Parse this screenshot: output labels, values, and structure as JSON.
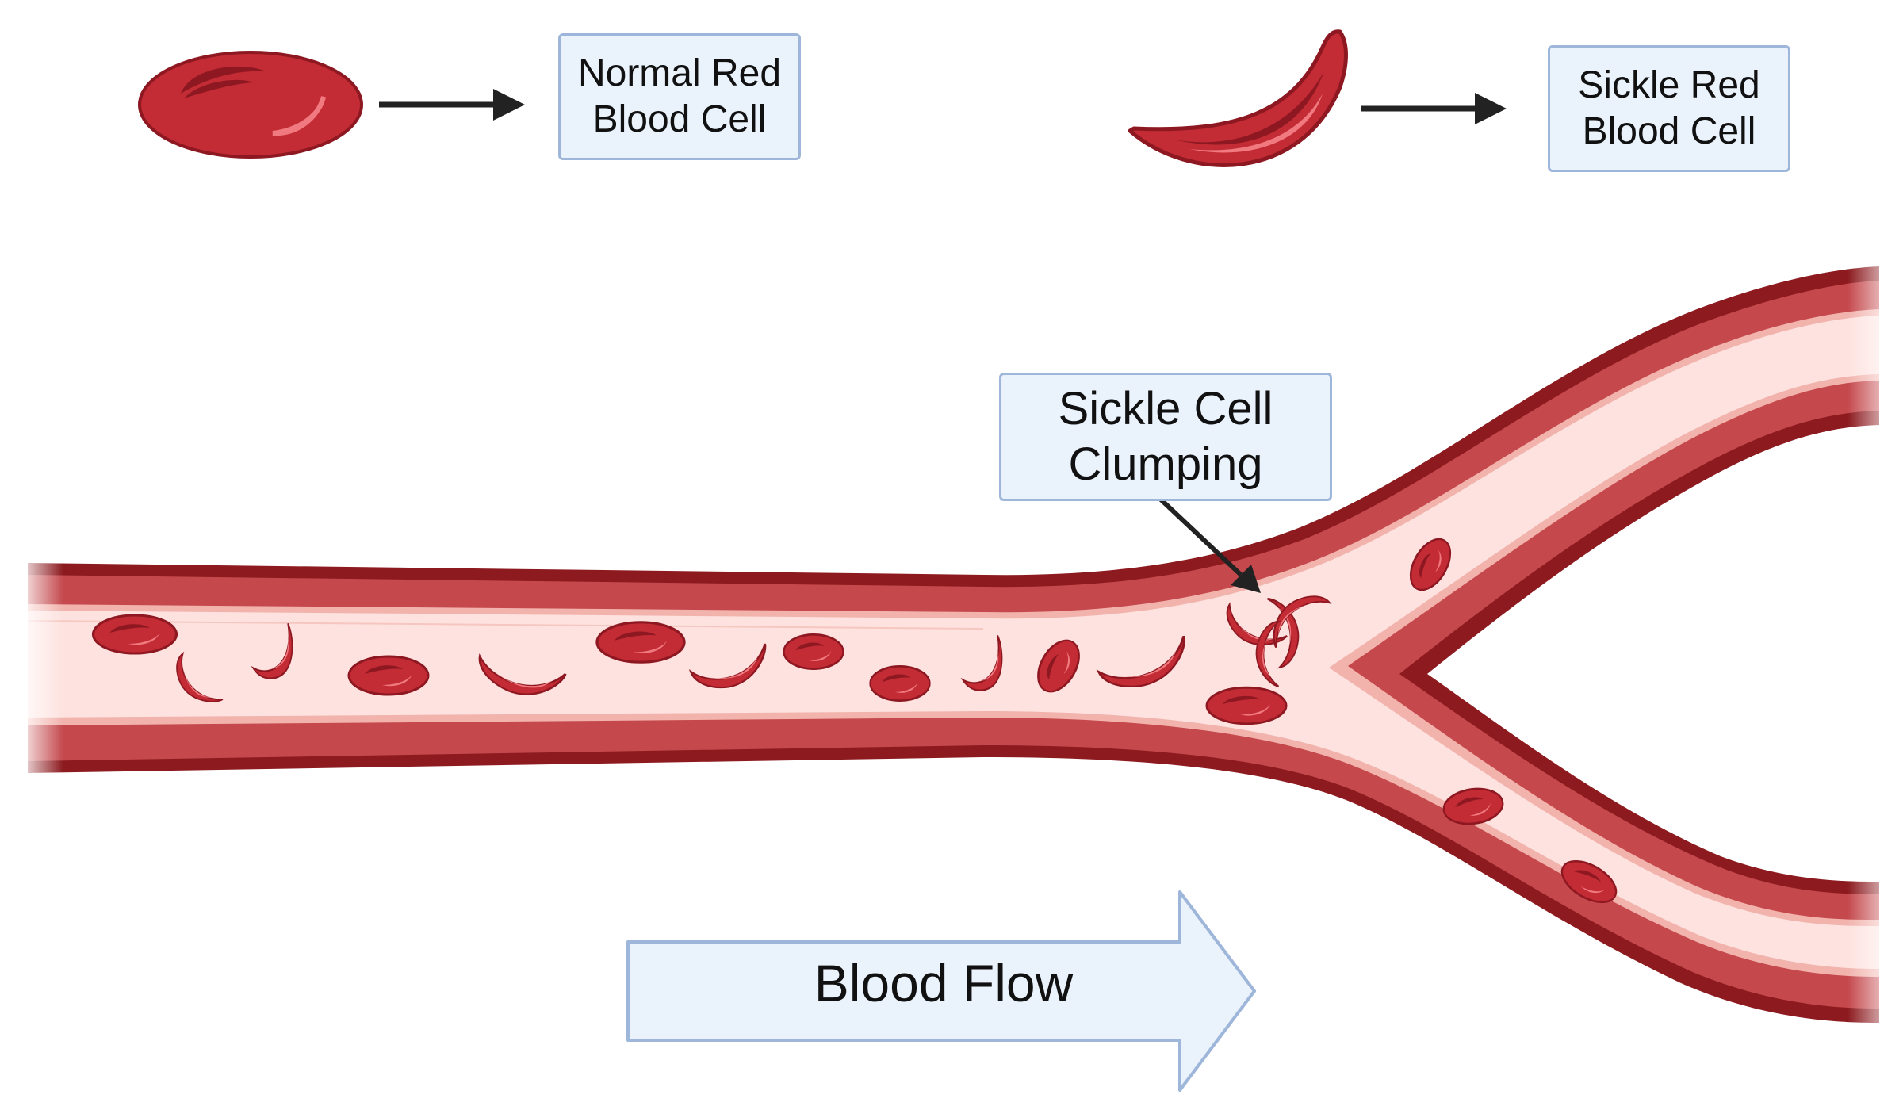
{
  "labels": {
    "normal_cell": "Normal Red\nBlood Cell",
    "sickle_cell": "Sickle Red\nBlood Cell",
    "clumping": "Sickle Cell\nClumping",
    "blood_flow": "Blood Flow"
  },
  "colors": {
    "vessel_wall_dark": "#8c1a1f",
    "vessel_wall_mid": "#c4484c",
    "vessel_wall_light": "#f2b3ad",
    "vessel_lumen": "#fde2df",
    "cell_fill": "#c32b35",
    "cell_highlight": "#f07a7f",
    "cell_shadow": "#8e1821",
    "label_fill": "#eaf2fc",
    "label_border": "#9db6d9",
    "arrow": "#222222"
  }
}
